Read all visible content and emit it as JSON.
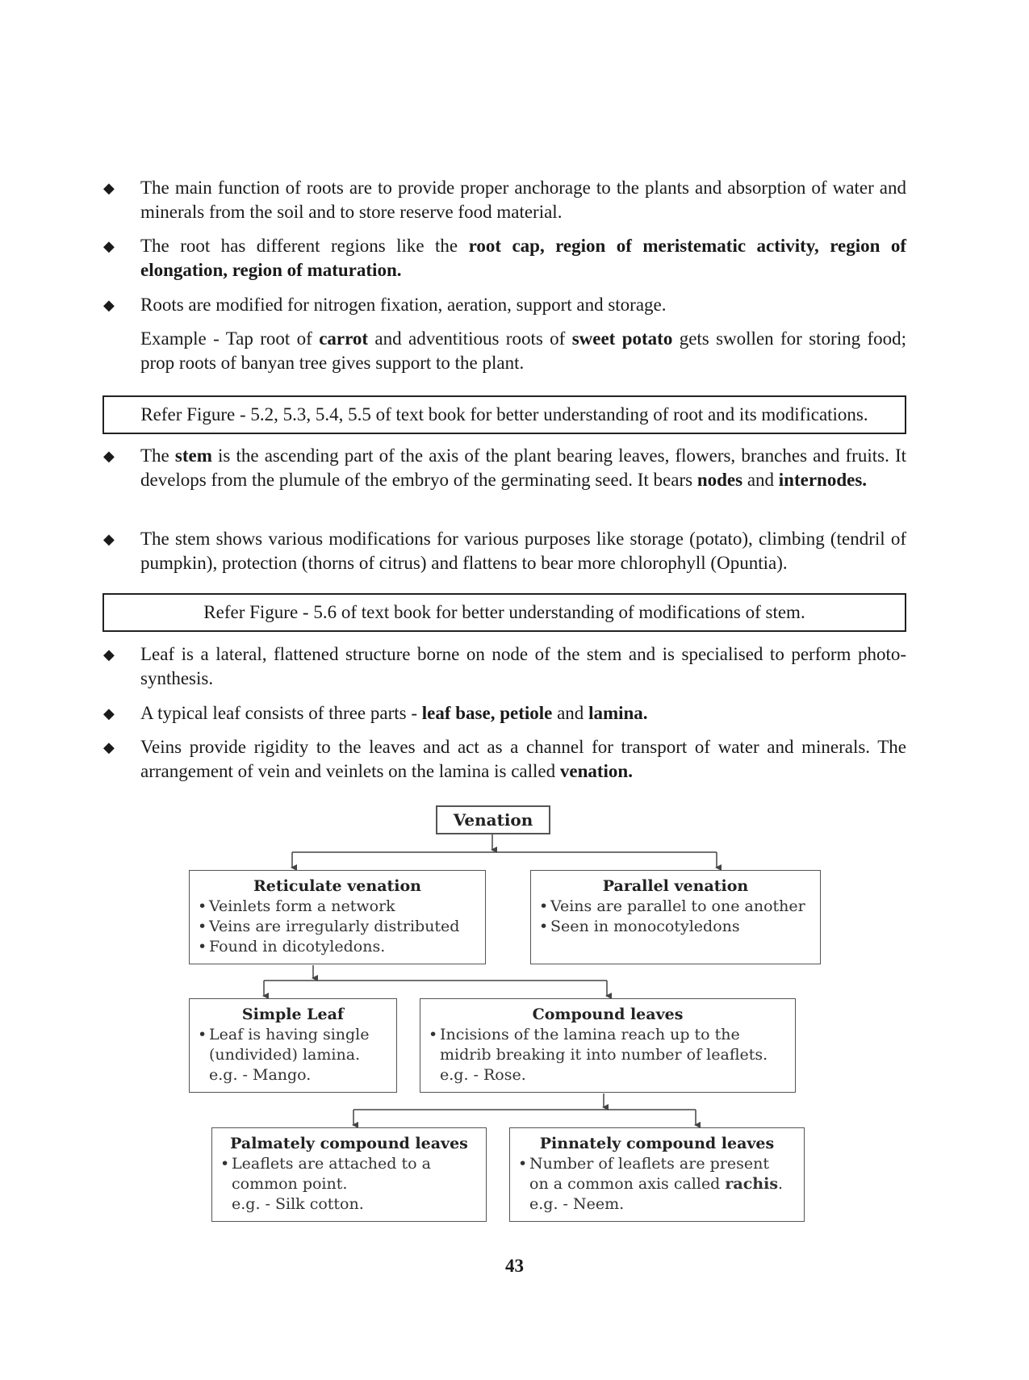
{
  "bullets_1": [
    {
      "segments": [
        "The main function of roots are to provide proper anchorage to the plants and absorption of water and minerals from the soil and to store reserve food material."
      ]
    },
    {
      "segments": [
        "The root has different regions like the ",
        "root cap, region of meristematic activity, region of elongation, region of maturation."
      ]
    },
    {
      "segments": [
        "Roots are modified for nitrogen fixation, aeration, support and storage."
      ]
    }
  ],
  "example": {
    "p1": "Example - Tap root of ",
    "b1": "carrot",
    "p2": " and adventitious roots of ",
    "b2": "sweet potato",
    "p3": " gets swollen for storing food; prop roots of banyan tree gives support to the plant."
  },
  "ref_box_1": "Refer Figure - 5.2, 5.3, 5.4, 5.5 of text book for better understanding of root and its modifications.",
  "stem_bullet": {
    "p1": "The ",
    "b1": "stem",
    "p2": " is the ascending part of the axis of the plant bearing leaves, flowers, branches and fruits. It develops from the plumule of the embryo of the germinating seed. It bears ",
    "b2": "nodes",
    "p3": " and ",
    "b3": "internodes."
  },
  "stem_mod_bullet": "The stem shows various modifications for various purposes like storage (potato), climbing (tendril of pumpkin), protection (thorns of citrus) and flattens to bear more chlorophyll (Opuntia).",
  "ref_box_2": "Refer Figure - 5.6 of text book for better understanding of modifications of stem.",
  "leaf_bullet": "Leaf is a lateral, flattened structure borne on node of the stem and is specialised to perform photo-synthesis.",
  "leaf_parts_bullet": {
    "p1": "A typical leaf consists of three parts - ",
    "b1": "leaf base, petiole",
    "p2": " and ",
    "b2": "lamina."
  },
  "veins_bullet": {
    "p1": "Veins provide rigidity to the leaves and act as a channel for transport of water and minerals. The arrangement of vein and veinlets on the lamina is called ",
    "b1": "venation."
  },
  "diagram": {
    "root": "Venation",
    "reticulate": {
      "title": "Reticulate venation",
      "items": [
        "Veinlets form a network",
        "Veins are irregularly distributed",
        "Found in dicotyledons."
      ]
    },
    "parallel": {
      "title": "Parallel venation",
      "items": [
        "Veins are parallel to one another",
        "Seen in monocotyledons"
      ]
    },
    "simple": {
      "title": "Simple Leaf",
      "item": "Leaf is having single",
      "cont": "(undivided) lamina.",
      "eg": "e.g. - Mango."
    },
    "compound": {
      "title": "Compound leaves",
      "item": "Incisions of the lamina reach up to the",
      "cont": "midrib breaking it into number of leaflets.",
      "eg": "e.g. - Rose."
    },
    "palmate": {
      "title": "Palmately compound leaves",
      "item": "Leaflets are attached to a",
      "cont": "common point.",
      "eg": "e.g. - Silk cotton."
    },
    "pinnate": {
      "title": "Pinnately compound leaves",
      "item": "Number of leaflets are present",
      "cont_p": "on a common axis called ",
      "cont_b": "rachis",
      "cont_e": ".",
      "eg": "e.g. - Neem."
    }
  },
  "page_number": "43",
  "icons": {
    "bullet": "diamond-bullet-icon",
    "arrow": "arrow-down-icon"
  }
}
